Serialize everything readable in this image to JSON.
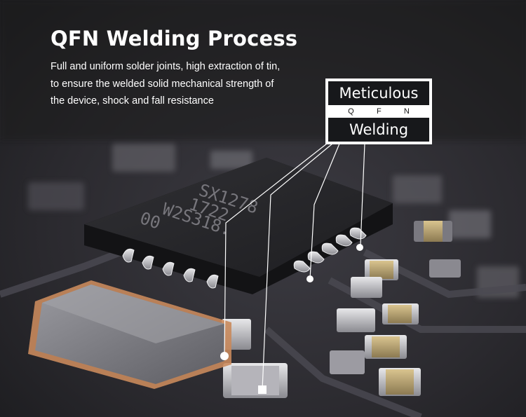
{
  "title": "QFN Welding Process",
  "description": [
    "Full and uniform solder joints, high extraction of tin,",
    "to ensure the welded solid mechanical strength of",
    "the device, shock and fall resistance"
  ],
  "badge": {
    "top": "Meticulous",
    "letters": [
      "Q",
      "F",
      "N"
    ],
    "bottom": "Welding"
  },
  "chip_marking": [
    "SX1278",
    "1722",
    "W2S318.",
    "00"
  ],
  "colors": {
    "background": "#2a2a2d",
    "chip": "#1c1c1f",
    "board": "#3a3940",
    "copper": "#c98a5c",
    "badge_dark": "#17181b"
  }
}
